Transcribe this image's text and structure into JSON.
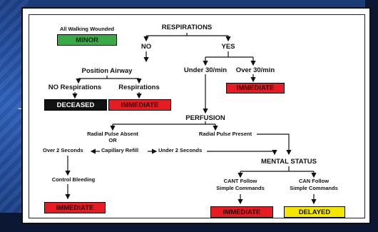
{
  "labels": {
    "respirations": "RESPIRATIONS",
    "all_walking": "All Walking Wounded",
    "no": "NO",
    "yes": "YES",
    "position_airway": "Position Airway",
    "under_30": "Under 30/min",
    "over_30": "Over 30/min",
    "no_resp": "NO Respirations",
    "resp": "Respirations",
    "perfusion": "PERFUSION",
    "radial_absent_1": "Radial Pulse Absent",
    "radial_absent_2": "OR",
    "capillary_refill": "Capillary Refill",
    "over_2": "Over 2 Seconds",
    "under_2": "Under 2 Seconds",
    "radial_present": "Radial Pulse Present",
    "mental_status": "MENTAL STATUS",
    "control_bleeding": "Control Bleeding",
    "cant_follow_1": "CANT Follow",
    "cant_follow_2": "Simple Commands",
    "can_follow_1": "CAN Follow",
    "can_follow_2": "Simple Commands",
    "dots": "..."
  },
  "boxes": {
    "minor": "MINOR",
    "immediate_over30": "IMMEDIATE",
    "deceased": "DECEASED",
    "immediate_resp": "IMMEDIATE",
    "immediate_bleeding": "IMMEDIATE",
    "immediate_cant": "IMMEDIATE",
    "delayed": "DELAYED"
  },
  "colors": {
    "minor": "#3aaa47",
    "immediate": "#e51c23",
    "deceased": "#111111",
    "delayed": "#f3e600"
  }
}
